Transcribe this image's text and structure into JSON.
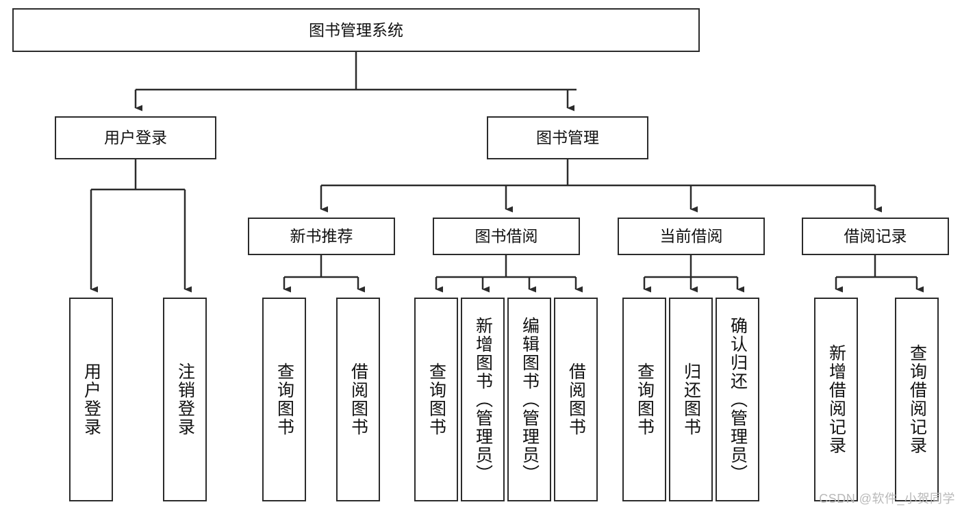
{
  "diagram": {
    "title": "图书管理系统",
    "type": "hierarchy-tree",
    "watermark": "CSDN @软件_小贺同学",
    "colors": {
      "box_border": "#2b2b2b",
      "box_fill": "#ffffff",
      "edge": "#2b2b2b",
      "text": "#111111",
      "watermark": "#b9b9b9"
    },
    "nodes": {
      "root": {
        "label": "图书管理系统"
      },
      "level2": [
        {
          "label": "用户登录"
        },
        {
          "label": "图书管理"
        }
      ],
      "level3": [
        {
          "label": "新书推荐"
        },
        {
          "label": "图书借阅"
        },
        {
          "label": "当前借阅"
        },
        {
          "label": "借阅记录"
        }
      ],
      "leaves_user_login": [
        {
          "label": "用户登录"
        },
        {
          "label": "注销登录"
        }
      ],
      "leaves_new_book": [
        {
          "label": "查询图书"
        },
        {
          "label": "借阅图书"
        }
      ],
      "leaves_borrow": [
        {
          "label": "查询图书"
        },
        {
          "label": "新增图书（管理员）"
        },
        {
          "label": "编辑图书（管理员）"
        },
        {
          "label": "借阅图书"
        }
      ],
      "leaves_current": [
        {
          "label": "查询图书"
        },
        {
          "label": "归还图书"
        },
        {
          "label": "确认归还（管理员）"
        }
      ],
      "leaves_record": [
        {
          "label": "新增借阅记录"
        },
        {
          "label": "查询借阅记录"
        }
      ]
    }
  }
}
